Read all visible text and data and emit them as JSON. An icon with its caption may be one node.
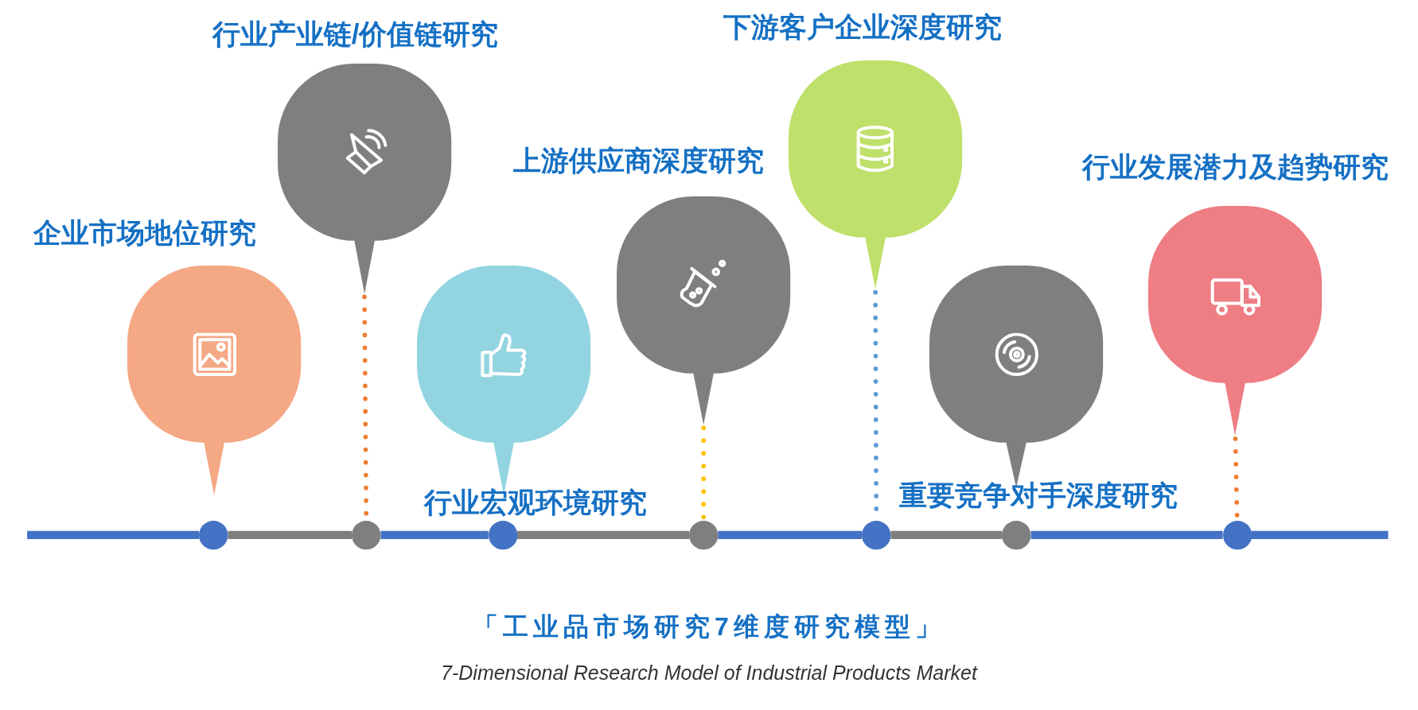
{
  "diagram": {
    "title": "「工业品市场研究7维度研究模型」",
    "caption": "7-Dimensional Research Model of Industrial Products Market",
    "nodes": [
      {
        "text": [
          "企业市场地位研究"
        ]
      },
      {
        "text": [
          "行业产业链/价值链研究"
        ]
      },
      {
        "text": [
          "行业宏观环境研究"
        ]
      },
      {
        "text": [
          "上游供应商深度研究"
        ]
      },
      {
        "text": [
          "下游客户企业深度研究"
        ]
      },
      {
        "text": [
          "重要竞争对手深度研究"
        ]
      },
      {
        "text": [
          "行业发展潜力及趋势研究"
        ]
      },
      {
        "text": [],
        "shape": "circle"
      },
      {
        "text": [],
        "shape": "circle"
      },
      {
        "text": [],
        "shape": "circle"
      },
      {
        "text": [],
        "shape": "circle"
      },
      {
        "text": [],
        "shape": "circle"
      },
      {
        "text": [],
        "shape": "circle"
      },
      {
        "text": [],
        "shape": "circle"
      }
    ],
    "edges": [
      {
        "from": 1,
        "to": 8,
        "arrow": "none",
        "style": "dashed",
        "color": "#ed7d31"
      },
      {
        "from": 3,
        "to": 10,
        "arrow": "none",
        "style": "dashed",
        "color": "#ffc000"
      },
      {
        "from": 4,
        "to": 11,
        "arrow": "none",
        "style": "dashed",
        "color": "#5b9bd5"
      },
      {
        "from": 6,
        "to": 13,
        "arrow": "none",
        "style": "dashed",
        "color": "#ed7d31"
      },
      {
        "from": null,
        "to": 7,
        "arrow": "none",
        "color": "#4472c4"
      },
      {
        "from": 7,
        "to": 8,
        "arrow": "none",
        "color": "#7f7f7f"
      },
      {
        "from": 8,
        "to": 9,
        "arrow": "none",
        "color": "#4472c4"
      },
      {
        "from": 9,
        "to": 10,
        "arrow": "none",
        "color": "#7f7f7f"
      },
      {
        "from": 10,
        "to": 11,
        "arrow": "none",
        "color": "#4472c4"
      },
      {
        "from": 11,
        "to": 12,
        "arrow": "none",
        "color": "#7f7f7f"
      },
      {
        "from": 12,
        "to": 13,
        "arrow": "none",
        "color": "#4472c4"
      },
      {
        "from": 13,
        "to": null,
        "arrow": "none",
        "color": "#4472c4"
      }
    ]
  }
}
